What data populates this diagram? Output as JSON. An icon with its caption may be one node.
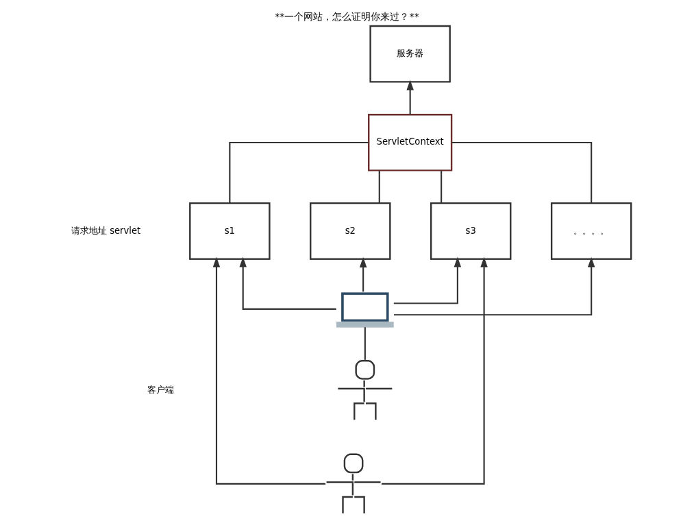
{
  "diagram": {
    "title": "**一个网站，怎么证明你来过？**",
    "nodes": [
      {
        "text": [
          "服务器"
        ]
      },
      {
        "text": [
          "ServletContext"
        ]
      },
      {
        "text": [
          "s1"
        ]
      },
      {
        "text": [
          "s2"
        ]
      },
      {
        "text": [
          "s3"
        ]
      },
      {
        "text": [
          "。。。。"
        ]
      },
      {
        "text": [],
        "shape": "laptop"
      },
      {
        "text": [],
        "shape": "person"
      },
      {
        "text": [],
        "shape": "person"
      }
    ],
    "edges": [
      {
        "from": 1,
        "to": 0,
        "arrow": "to"
      },
      {
        "from": 2,
        "to": 1,
        "arrow": "none"
      },
      {
        "from": 3,
        "to": 1,
        "arrow": "none"
      },
      {
        "from": 4,
        "to": 1,
        "arrow": "none"
      },
      {
        "from": 5,
        "to": 1,
        "arrow": "none"
      },
      {
        "from": 6,
        "to": 2,
        "arrow": "to"
      },
      {
        "from": 6,
        "to": 3,
        "arrow": "to"
      },
      {
        "from": 6,
        "to": 4,
        "arrow": "to"
      },
      {
        "from": 6,
        "to": 5,
        "arrow": "to"
      },
      {
        "from": 7,
        "to": 6,
        "arrow": "none"
      },
      {
        "from": 8,
        "to": 2,
        "arrow": "to"
      },
      {
        "from": 8,
        "to": 4,
        "arrow": "to"
      }
    ],
    "labels": [
      "请求地址 servlet",
      "客户端"
    ]
  }
}
